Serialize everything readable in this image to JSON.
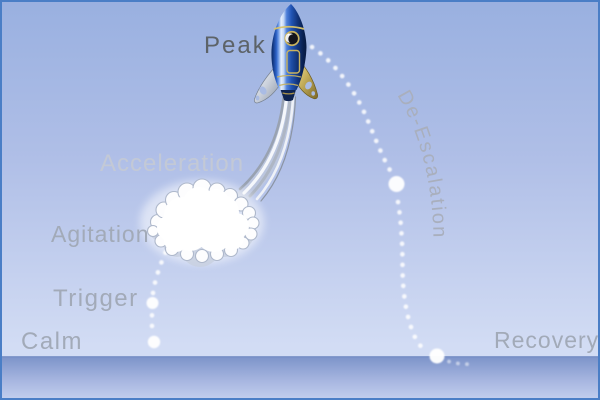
{
  "diagram": {
    "title_hint": "rocket escalation cycle",
    "stages": [
      {
        "id": "calm",
        "label": "Calm"
      },
      {
        "id": "trigger",
        "label": "Trigger"
      },
      {
        "id": "agitation",
        "label": "Agitation"
      },
      {
        "id": "acceleration",
        "label": "Acceleration"
      },
      {
        "id": "peak",
        "label": "Peak"
      },
      {
        "id": "de_escalation",
        "label": "De-Escalation"
      },
      {
        "id": "recovery",
        "label": "Recovery"
      }
    ]
  },
  "icons": {
    "rocket": "rocket-icon",
    "smoke_cloud": "smoke-cloud-icon",
    "trajectory": "dotted-arc-path"
  },
  "colors": {
    "border": "#4a7ec6",
    "sky_top": "#99b0e0",
    "sky_mid": "#b0bfe7",
    "sky_bottom": "#d2dcf4",
    "ground_top": "#7d94ca",
    "ground_bottom": "#c3cfee",
    "horizon": "#7089c2",
    "dot": "#ffffff",
    "label_gray": "#a2aab8",
    "label_light": "#c3c9d6",
    "label_dark": "#5d6368",
    "label_deesc": "#a9afbd",
    "rocket_blue": "#1e4ba6",
    "rocket_gold": "#c9b35f"
  }
}
